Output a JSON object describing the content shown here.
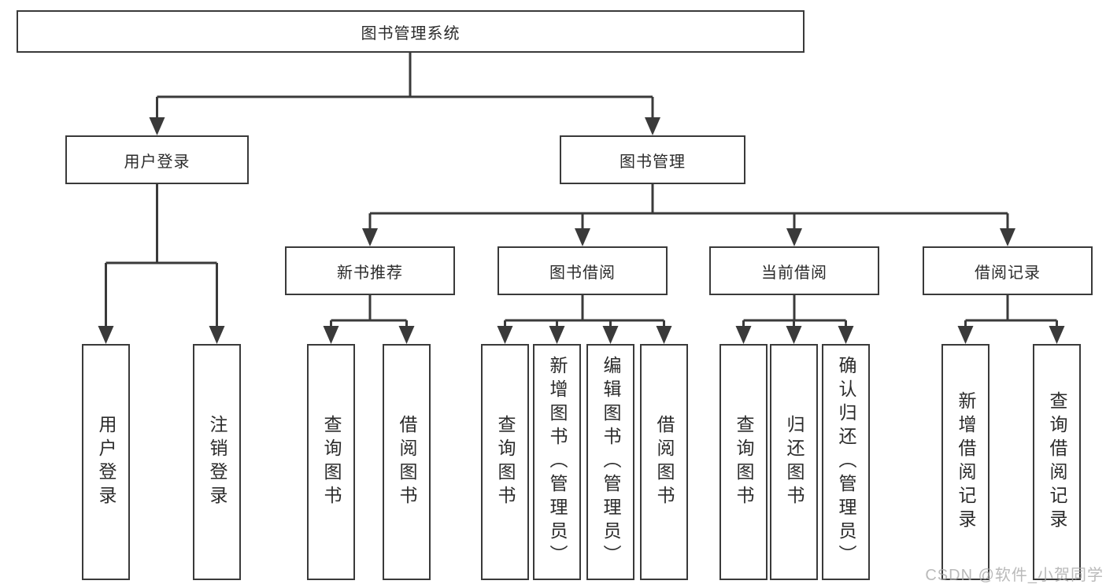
{
  "diagram": {
    "root": {
      "label": "图书管理系统"
    },
    "level2": [
      {
        "label": "用户登录"
      },
      {
        "label": "图书管理"
      }
    ],
    "level3": [
      {
        "label": "新书推荐"
      },
      {
        "label": "图书借阅"
      },
      {
        "label": "当前借阅"
      },
      {
        "label": "借阅记录"
      }
    ],
    "leaves": {
      "user_login": [
        "用户登录",
        "注销登录"
      ],
      "new_book_recommend": [
        "查询图书",
        "借阅图书"
      ],
      "book_borrow": [
        "查询图书",
        "新增图书（管理员）",
        "编辑图书（管理员）",
        "借阅图书"
      ],
      "current_borrow": [
        "查询图书",
        "归还图书",
        "确认归还（管理员）"
      ],
      "borrow_records": [
        "新增借阅记录",
        "查询借阅记录"
      ]
    }
  },
  "watermark": {
    "text": "CSDN @软件_小贺同学"
  },
  "colors": {
    "line": "#3a3a3a",
    "box_border": "#3a3a3a",
    "text": "#2b2b2b",
    "watermark": "#a9a9a9",
    "background": "#ffffff"
  }
}
